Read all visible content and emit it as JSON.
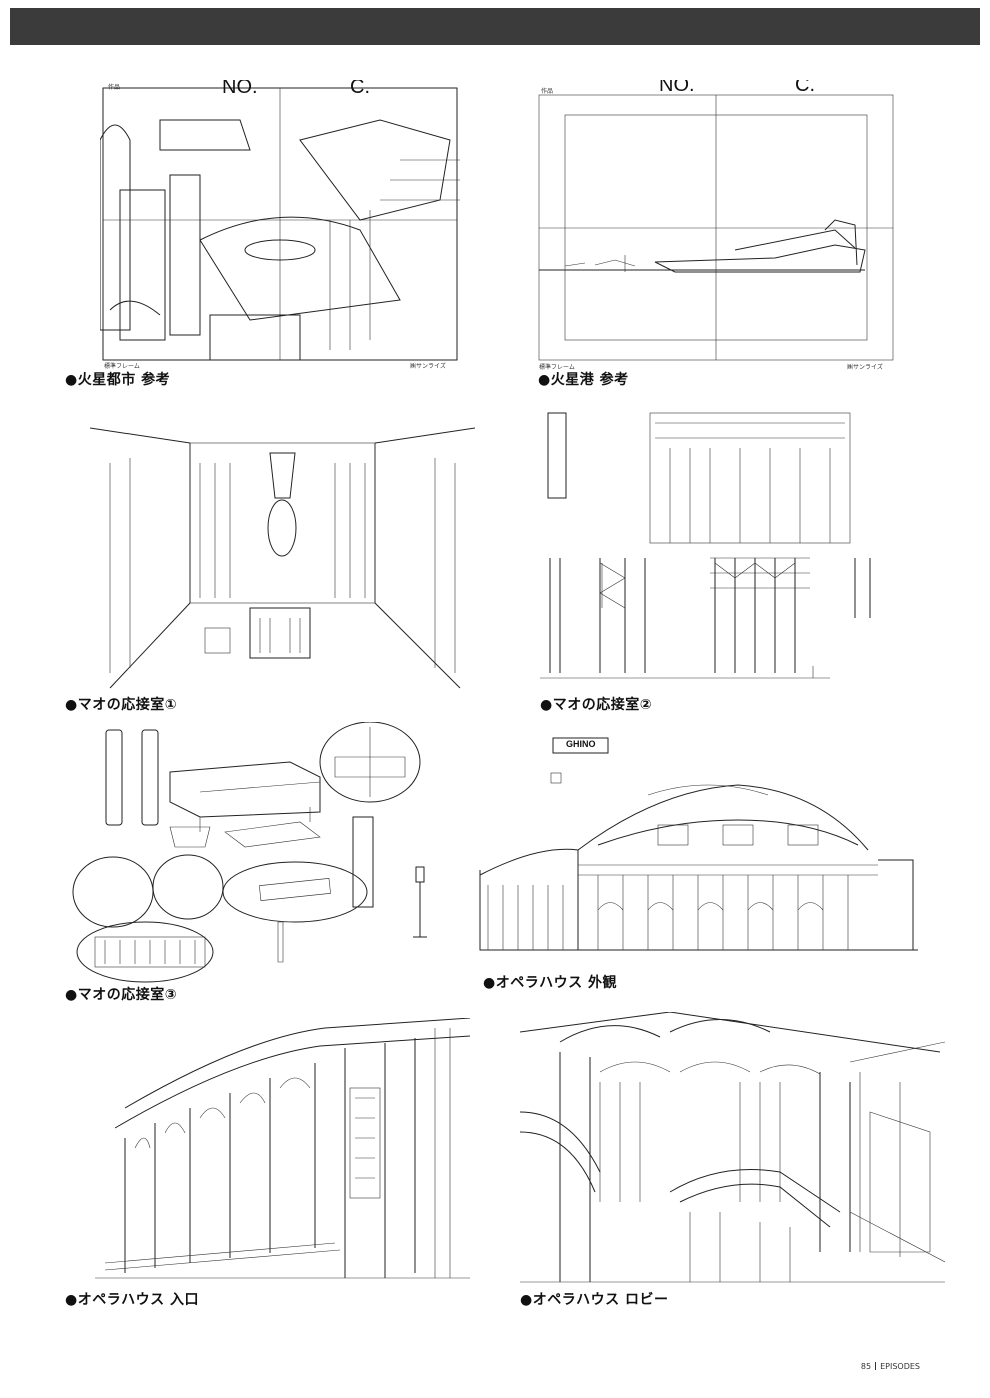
{
  "page": {
    "footer": {
      "page_number": "85",
      "section": "EPISODES"
    }
  },
  "frames": {
    "mars_city": {
      "sakuhin": "作品",
      "no": "NO.",
      "c": "C.",
      "frame_label": "標準フレーム",
      "company": "㈱サンライズ"
    },
    "mars_port": {
      "sakuhin": "作品",
      "no": "NO.",
      "c": "C.",
      "frame_label": "標準フレーム",
      "company": "㈱サンライズ"
    }
  },
  "captions": [
    "●火星都市 参考",
    "●火星港 参考",
    "●マオの応接室①",
    "●マオの応接室②",
    "●マオの応接室③",
    "●オペラハウス 外観",
    "●オペラハウス 入口",
    "●オペラハウス ロビー"
  ],
  "annotations": {
    "opera_sign": "GHINO"
  }
}
